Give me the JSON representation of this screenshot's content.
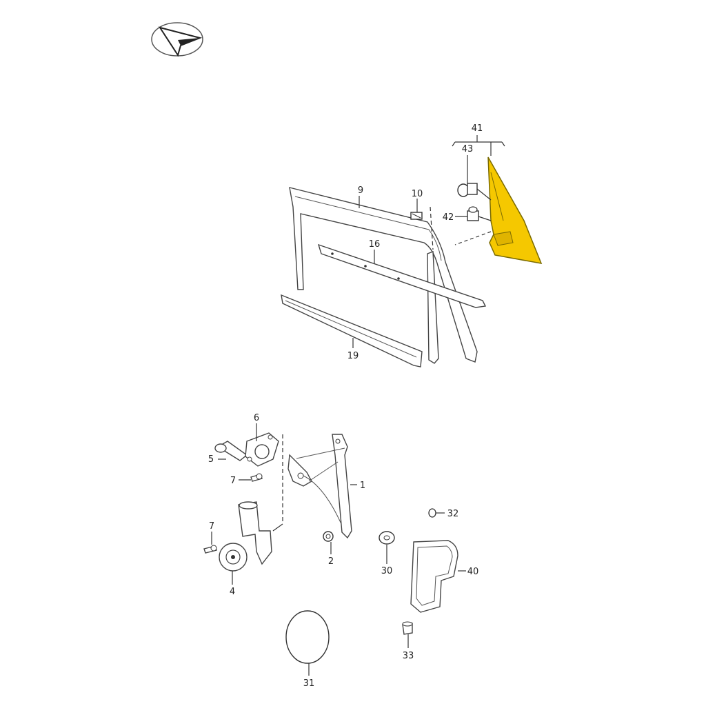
{
  "logo": {
    "icon": "arrow-logo-icon"
  },
  "colors": {
    "highlight": "#F5C800",
    "ink": "#333333"
  },
  "callouts": {
    "p1": "1",
    "p2": "2",
    "p4": "4",
    "p5": "5",
    "p6": "6",
    "p7a": "7",
    "p7b": "7",
    "p9": "9",
    "p10": "10",
    "p16": "16",
    "p19": "19",
    "p30": "30",
    "p31": "31",
    "p32": "32",
    "p33": "33",
    "p40": "40",
    "p41": "41",
    "p42": "42",
    "p43": "43"
  }
}
